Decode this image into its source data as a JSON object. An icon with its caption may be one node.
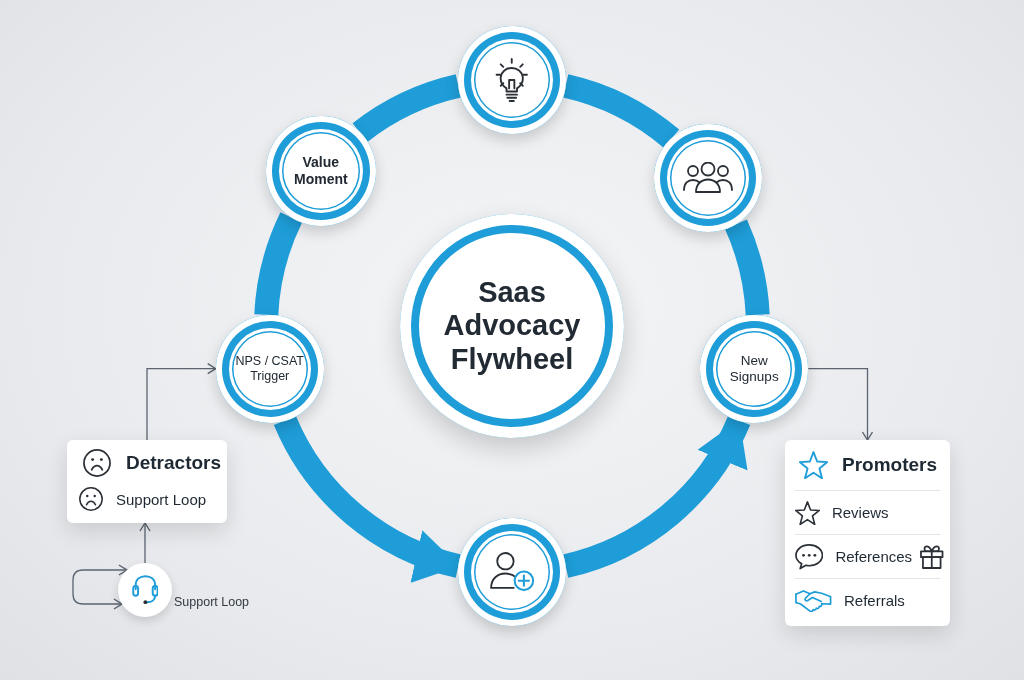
{
  "diagram": {
    "nodes": [
      {
        "text": [],
        "shape": "circle"
      },
      {
        "text": [
          "Value Moment"
        ]
      },
      {
        "text": [],
        "shape": "circle"
      },
      {
        "text": [
          "Saas Advocacy Flywheel"
        ]
      },
      {
        "text": [
          "NPS / CSAT Trigger"
        ]
      },
      {
        "text": [
          "New Signups"
        ]
      },
      {
        "text": [
          "Detractors",
          "Support Loop"
        ]
      },
      {
        "text": [
          "Promoters",
          "Reviews",
          "References",
          "Referrals"
        ]
      },
      {
        "text": [],
        "shape": "circle"
      },
      {
        "text": [],
        "shape": "circle",
        "beside": [
          "Support Loop"
        ]
      }
    ],
    "edges": [
      {
        "from": 4,
        "to": 8,
        "arrow": "to"
      },
      {
        "from": 8,
        "to": 5,
        "arrow": "to"
      },
      {
        "from": 5,
        "to": 2,
        "arrow": "none"
      },
      {
        "from": 2,
        "to": 0,
        "arrow": "none"
      },
      {
        "from": 0,
        "to": 1,
        "arrow": "none"
      },
      {
        "from": 1,
        "to": 4,
        "arrow": "none"
      },
      {
        "from": 6,
        "to": 4,
        "arrow": "to",
        "color": "#5b6470"
      },
      {
        "from": 9,
        "to": 6,
        "arrow": "to",
        "color": "#5b6470"
      },
      {
        "from": 9,
        "to": 9,
        "arrow": "both",
        "color": "#5b6470"
      },
      {
        "from": 5,
        "to": 7,
        "arrow": "to",
        "color": "#5b6470"
      }
    ]
  }
}
